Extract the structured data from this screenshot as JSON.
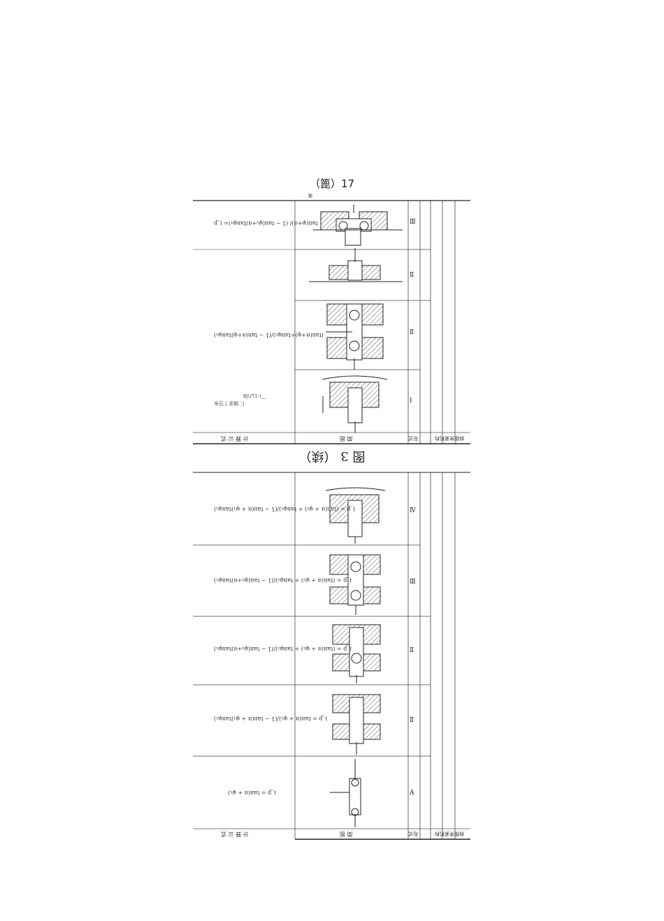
{
  "page": {
    "top_caption": "（篦）17",
    "top_mark": "®",
    "middle_caption": "图 3 （续）"
  },
  "table_upper": {
    "header": [
      "计 算 公 式",
      "简 图",
      "形式",
      "斜楔夹紧机构"
    ],
    "rows": [
      {
        "formula": "tan(φ+α)/ (1 − tan(φ₂+α)tanφ₁)= i_p",
        "type": "Ⅲ"
      },
      {
        "formula": "",
        "type": "Ⅱ"
      },
      {
        "formula": "(tan(α+φ)+tanφ₂)/(1 − tan(α+φ)tanφ₁)",
        "type": "Ⅱ"
      },
      {
        "formula": "",
        "type": "Ⅰ"
      }
    ],
    "note_line1": "BJUT1-I__",
    "note_line2": "辛石 [ 求期 ：]"
  },
  "table_lower": {
    "header": [
      "计 算 公 式",
      "简 图",
      "形式",
      "斜楔夹紧机构"
    ],
    "rows": [
      {
        "formula": "i_p = (tan(α + φ₁) + tanφ₂)/(1 − tan(α + φ₁)tanφ₁)",
        "type": "Ⅳ"
      },
      {
        "formula": "i_p = (tan(α + φ₂) + tanφ₂)/(1 − tan(φ₂+α)tanφ₁)",
        "type": "Ⅲ"
      },
      {
        "formula": "i_p = (tan(α + φ₂) + tanφ₂)/(1 − tan(φ₁+α)tanφ₁)",
        "type": "Ⅱ"
      },
      {
        "formula": "i_p = tan(α + φ₁)/(1 − tan(α + φ₁)tanφ₁)",
        "type": "Ⅱ"
      },
      {
        "formula": "i_p = tan(α + φ₁)",
        "type": "A"
      }
    ]
  }
}
